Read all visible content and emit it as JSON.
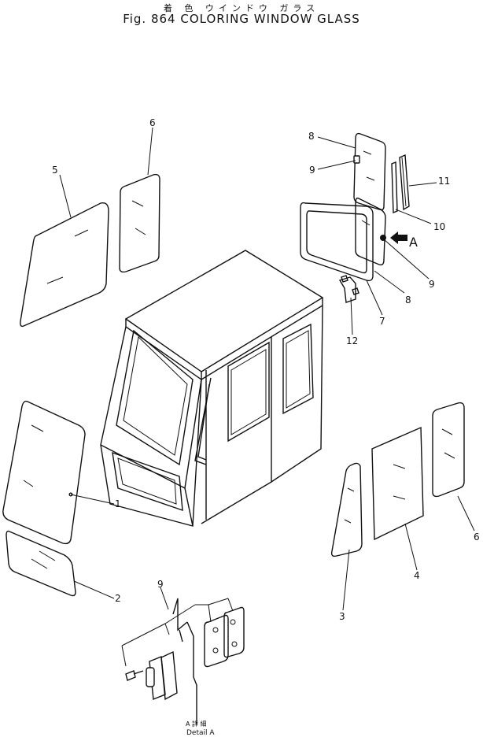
{
  "figure": {
    "title_jp": "着 色 ウインドウ ガラス",
    "title_en": "Fig. 864  COLORING WINDOW GLASS"
  },
  "callouts": {
    "c1": "1",
    "c2": "2",
    "c3": "3",
    "c4": "4",
    "c5": "5",
    "c6a": "6",
    "c6b": "6",
    "c7": "7",
    "c8a": "8",
    "c8b": "8",
    "c9a": "9",
    "c9b": "9",
    "c9c": "9",
    "c10": "10",
    "c11": "11",
    "c12": "12"
  },
  "view_marker": "A",
  "detail": {
    "label_jp": "A 詳 細",
    "label_en": "Detail A"
  }
}
